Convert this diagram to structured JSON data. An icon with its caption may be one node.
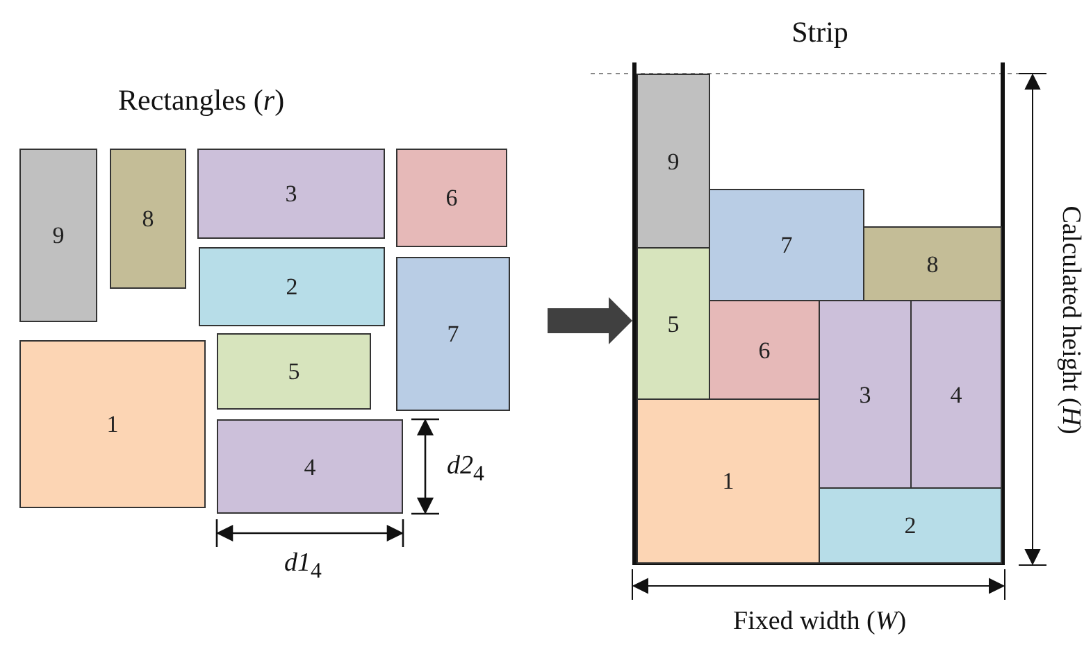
{
  "diagram": {
    "nodes": [
      {
        "text": [
          "9"
        ]
      },
      {
        "text": [
          "8"
        ]
      },
      {
        "text": [
          "3"
        ]
      },
      {
        "text": [
          "6"
        ]
      },
      {
        "text": [
          "2"
        ]
      },
      {
        "text": [
          "7"
        ]
      },
      {
        "text": [
          "1"
        ]
      },
      {
        "text": [
          "5"
        ]
      },
      {
        "text": [
          "4"
        ]
      },
      {
        "text": [
          "Strip"
        ]
      },
      {
        "text": [
          "9"
        ],
        "in": 9
      },
      {
        "text": [
          "7"
        ],
        "in": 9
      },
      {
        "text": [
          "8"
        ],
        "in": 9
      },
      {
        "text": [
          "5"
        ],
        "in": 9
      },
      {
        "text": [
          "6"
        ],
        "in": 9
      },
      {
        "text": [
          "3"
        ],
        "in": 9
      },
      {
        "text": [
          "4"
        ],
        "in": 9
      },
      {
        "text": [
          "1"
        ],
        "in": 9
      },
      {
        "text": [
          "2"
        ],
        "in": 9
      }
    ],
    "edges": [
      {
        "from": null,
        "to": 9,
        "arrow": "to"
      }
    ],
    "labels": [
      "Rectangles (*r*)",
      "*d2*$_{4}$",
      "*d1*$_{4}$",
      "Calculated height (*H*)",
      "Fixed width (*W*)"
    ]
  }
}
